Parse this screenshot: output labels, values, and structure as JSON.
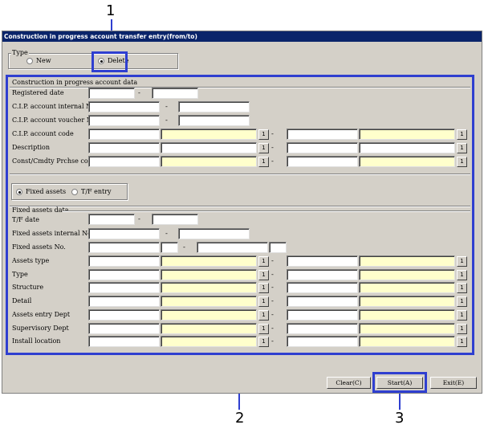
{
  "callouts": {
    "c1": "1",
    "c2": "2",
    "c3": "3"
  },
  "window": {
    "title": "Construction in progress account transfer entry(from/to)"
  },
  "type_group": {
    "legend": "Type",
    "new_label": "New",
    "delete_label": "Delete",
    "selected": "Delete"
  },
  "cip_group": {
    "legend": "Construction in progress account data",
    "registered_date": "Registered date",
    "internal_no": "C.I.P. account internal No.",
    "voucher_no": "C.I.P. account voucher No.",
    "account_code": "C.I.P. account code",
    "description": "Description",
    "cmdty_code": "Const/Cmdty Prchse code"
  },
  "mode_group": {
    "fixed_assets_label": "Fixed assets",
    "tf_entry_label": "T/F entry",
    "selected": "Fixed assets"
  },
  "fa_group": {
    "legend": "Fixed assets data",
    "tf_date": "T/F date",
    "internal_no": "Fixed assets internal No.",
    "fa_no": "Fixed assets No.",
    "assets_type": "Assets type",
    "type": "Type",
    "structure": "Structure",
    "detail": "Detail",
    "entry_dept": "Assets entry Dept",
    "supervisory_dept": "Supervisory Dept",
    "install_location": "Install location"
  },
  "common": {
    "dash": "-",
    "lookup": "1"
  },
  "buttons": {
    "clear": "Clear(C)",
    "start": "Start(A)",
    "exit": "Exit(E)"
  },
  "colors": {
    "highlight": "#2f3fd0",
    "titlebar": "#0a246a",
    "required_field": "#ffffcc"
  }
}
